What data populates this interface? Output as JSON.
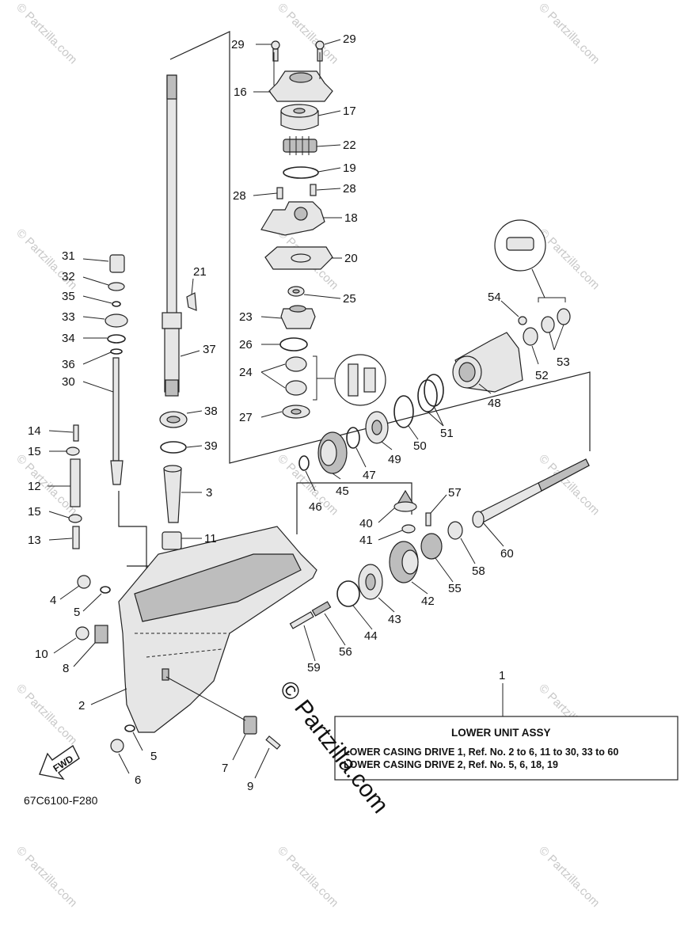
{
  "watermark": {
    "text": "© Partzilla.com",
    "center_text": "© Partzilla.com"
  },
  "figure_code": "67C6100-F280",
  "fwd_label": "FWD",
  "legend": {
    "title": "LOWER UNIT ASSY",
    "lines": [
      "LOWER CASING DRIVE 1,   Ref. No. 2 to 6, 11 to 30, 33 to 60",
      "LOWER CASING DRIVE 2,   Ref. No. 5, 6, 18, 19"
    ],
    "ref_number": "1"
  },
  "callouts": {
    "c29a": "29",
    "c29b": "29",
    "c16": "16",
    "c17": "17",
    "c22": "22",
    "c19": "19",
    "c28a": "28",
    "c28b": "28",
    "c18": "18",
    "c20": "20",
    "c21": "21",
    "c25": "25",
    "c23": "23",
    "c26": "26",
    "c37": "37",
    "c24": "24",
    "c27": "27",
    "c38": "38",
    "c39": "39",
    "c3": "3",
    "c11": "11",
    "c31": "31",
    "c32": "32",
    "c35": "35",
    "c33": "33",
    "c34": "34",
    "c36": "36",
    "c30": "30",
    "c14": "14",
    "c15a": "15",
    "c12": "12",
    "c15b": "15",
    "c13": "13",
    "c4": "4",
    "c5a": "5",
    "c10": "10",
    "c8": "8",
    "c2": "2",
    "c5b": "5",
    "c6": "6",
    "c7": "7",
    "c9": "9",
    "c54": "54",
    "c52": "52",
    "c53": "53",
    "c48": "48",
    "c51": "51",
    "c50": "50",
    "c49": "49",
    "c47": "47",
    "c45": "45",
    "c46": "46",
    "c57": "57",
    "c40": "40",
    "c41": "41",
    "c60": "60",
    "c58": "58",
    "c55": "55",
    "c42": "42",
    "c43": "43",
    "c44": "44",
    "c56": "56",
    "c59": "59"
  }
}
